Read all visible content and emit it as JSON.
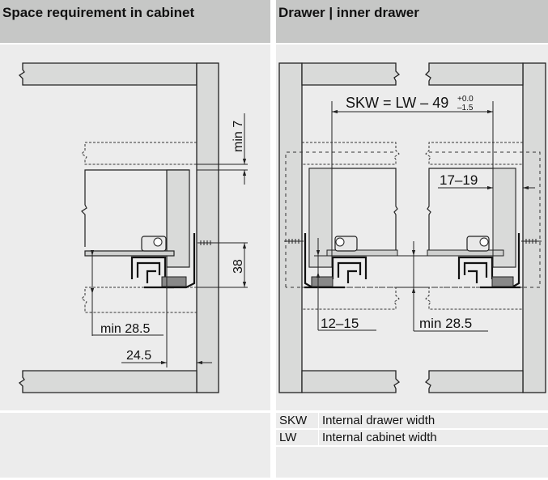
{
  "panels": {
    "left": {
      "title": "Space requirement in cabinet",
      "dimensions": {
        "min_top_gap": "min 7",
        "runner_height": "38",
        "min_bottom_clearance": "min 28.5",
        "runner_setback": "24.5"
      }
    },
    "right": {
      "title": "Drawer | inner drawer",
      "formula": {
        "main": "SKW = LW – 49",
        "tol_upper": "+0.0",
        "tol_lower": "–1.5"
      },
      "dimensions": {
        "side_thickness": "17–19",
        "runner_offset": "12–15",
        "min_bottom_clearance": "min 28.5"
      },
      "legend": [
        {
          "abbr": "SKW",
          "desc": "Internal drawer width"
        },
        {
          "abbr": "LW",
          "desc": "Internal cabinet width"
        }
      ]
    }
  },
  "colors": {
    "header_bg": "#c6c7c6",
    "panel_bg": "#ececec",
    "board_fill": "#d9dad9",
    "line": "#222222"
  }
}
